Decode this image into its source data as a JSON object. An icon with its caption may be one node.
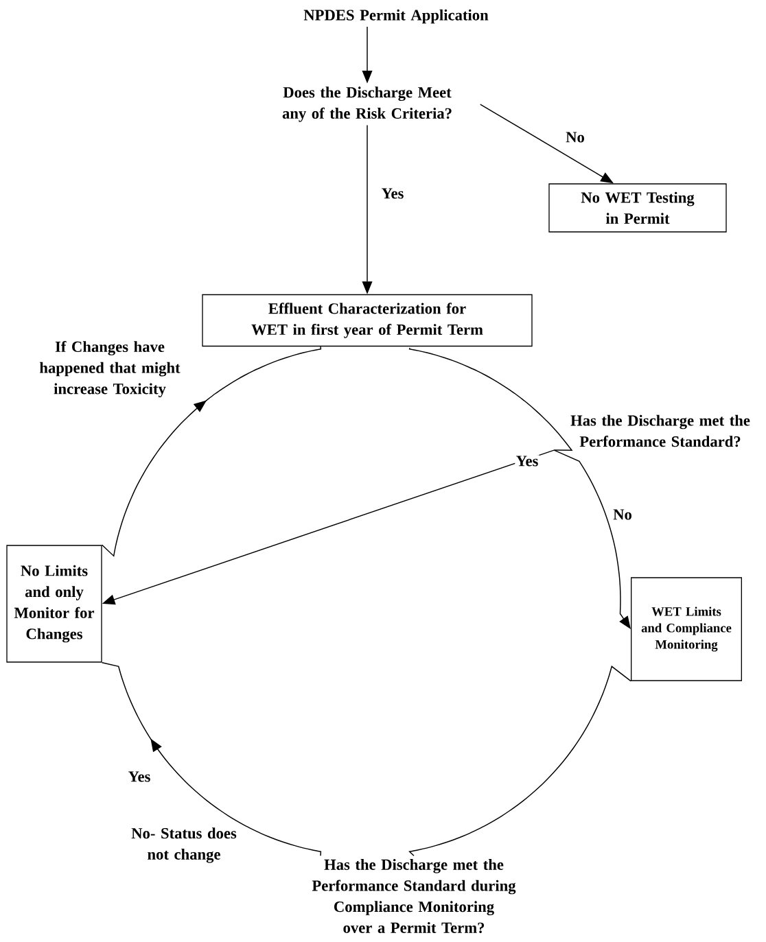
{
  "diagram": {
    "nodes": [
      {
        "text": [
          "NPDES Permit Application"
        ]
      },
      {
        "text": [
          "Does the Discharge Meet any of the Risk Criteria?"
        ]
      },
      {
        "text": [
          "No WET Testing in Permit"
        ]
      },
      {
        "text": [
          "Effluent Characterization for WET in first year of Permit Term"
        ]
      },
      {
        "text": [
          "Has the Discharge met the Performance Standard?"
        ]
      },
      {
        "text": [
          "WET Limits and Compliance Monitoring"
        ]
      },
      {
        "text": [
          "Has the Discharge met the Performance Standard during Compliance Monitoring over a Permit Term?"
        ]
      },
      {
        "text": [
          "No Limits and only Monitor for Changes"
        ]
      }
    ],
    "edges": [
      {
        "from": 0,
        "to": 1,
        "arrow": "to"
      },
      {
        "from": 1,
        "to": 2,
        "arrow": "to",
        "label": "No"
      },
      {
        "from": 1,
        "to": 3,
        "arrow": "to",
        "label": "Yes"
      },
      {
        "from": 3,
        "to": 4,
        "arrow": "none"
      },
      {
        "from": 4,
        "to": 5,
        "arrow": "to",
        "label": "No"
      },
      {
        "from": 4,
        "to": 7,
        "arrow": "to",
        "label": "Yes"
      },
      {
        "from": 5,
        "to": 6,
        "arrow": "none"
      },
      {
        "from": 6,
        "to": 7,
        "arrow": "to",
        "label": "Yes"
      },
      {
        "from": 7,
        "to": 3,
        "arrow": "to",
        "label": "If Changes have happened that might increase Toxicity"
      }
    ],
    "labels": [
      "No- Status does not change"
    ]
  }
}
